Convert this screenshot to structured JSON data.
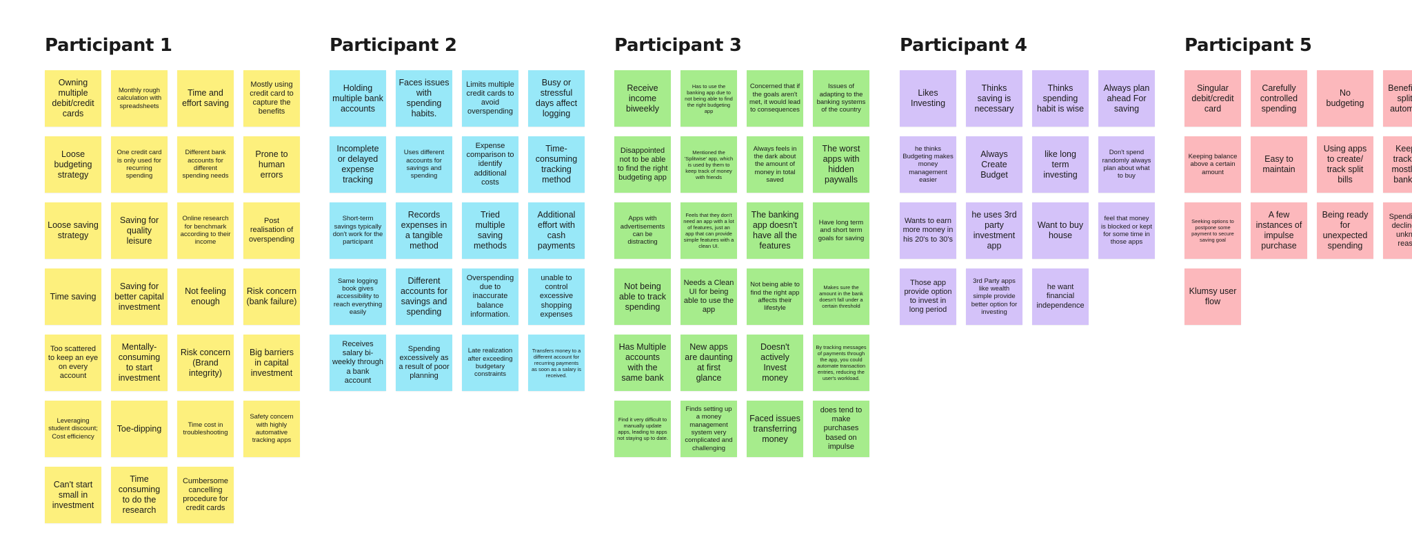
{
  "participants": [
    {
      "title": "Participant 1",
      "color": "#fdf07d",
      "notes": [
        {
          "text": "Owning multiple debit/credit cards",
          "size": "l"
        },
        {
          "text": "Monthly rough calculation with spreadsheets",
          "size": "s"
        },
        {
          "text": "Time and effort saving",
          "size": "l"
        },
        {
          "text": "Mostly using credit card to capture the benefits",
          "size": "m"
        },
        {
          "text": "Loose budgeting strategy",
          "size": "l"
        },
        {
          "text": "One credit card is only used for recurring spending",
          "size": "s"
        },
        {
          "text": "Different bank accounts for different spending needs",
          "size": "s"
        },
        {
          "text": "Prone to human errors",
          "size": "l"
        },
        {
          "text": "Loose saving strategy",
          "size": "l"
        },
        {
          "text": "Saving for quality leisure",
          "size": "l"
        },
        {
          "text": "Online research for benchmark according to their income",
          "size": "s"
        },
        {
          "text": "Post realisation of overspending",
          "size": "m"
        },
        {
          "text": "Time saving",
          "size": "l"
        },
        {
          "text": "Saving for better capital investment",
          "size": "l"
        },
        {
          "text": "Not feeling enough",
          "size": "l"
        },
        {
          "text": "Risk concern (bank failure)",
          "size": "l"
        },
        {
          "text": "Too scattered to keep an eye on every account",
          "size": "m"
        },
        {
          "text": "Mentally-consuming to start investment",
          "size": "l"
        },
        {
          "text": "Risk concern (Brand integrity)",
          "size": "l"
        },
        {
          "text": "Big barriers in capital investment",
          "size": "l"
        },
        {
          "text": "Leveraging student discount; Cost efficiency",
          "size": "s"
        },
        {
          "text": "Toe-dipping",
          "size": "l"
        },
        {
          "text": "Time cost in troubleshooting",
          "size": "s"
        },
        {
          "text": "Safety concern with highly automative tracking apps",
          "size": "s"
        },
        {
          "text": "Can't start small in investment",
          "size": "l"
        },
        {
          "text": "Time consuming to do the research",
          "size": "l"
        },
        {
          "text": "Cumbersome cancelling procedure for credit cards",
          "size": "m"
        }
      ]
    },
    {
      "title": "Participant 2",
      "color": "#98e8f8",
      "notes": [
        {
          "text": "Holding multiple bank accounts",
          "size": "l"
        },
        {
          "text": "Faces issues with spending habits.",
          "size": "l"
        },
        {
          "text": "Limits multiple credit cards to avoid overspending",
          "size": "m"
        },
        {
          "text": "Busy or stressful days affect logging",
          "size": "l"
        },
        {
          "text": "Incomplete or delayed expense tracking",
          "size": "l"
        },
        {
          "text": "Uses different accounts for savings and spending",
          "size": "s"
        },
        {
          "text": "Expense comparison to identify additional costs",
          "size": "m"
        },
        {
          "text": "Time-consuming tracking method",
          "size": "l"
        },
        {
          "text": "Short-term savings typically don't work for the participant",
          "size": "s"
        },
        {
          "text": "Records expenses in a tangible method",
          "size": "l"
        },
        {
          "text": "Tried multiple saving methods",
          "size": "l"
        },
        {
          "text": "Additional effort with cash payments",
          "size": "l"
        },
        {
          "text": "Same logging book gives accessibility to reach everything easily",
          "size": "s"
        },
        {
          "text": "Different accounts for savings and spending",
          "size": "l"
        },
        {
          "text": "Overspending due to inaccurate balance information.",
          "size": "m"
        },
        {
          "text": "unable to control excessive shopping expenses",
          "size": "m"
        },
        {
          "text": "Receives salary bi-weekly through a bank account",
          "size": "m"
        },
        {
          "text": "Spending excessively as a result of poor planning",
          "size": "m"
        },
        {
          "text": "Late realization after exceeding budgetary constraints",
          "size": "s"
        },
        {
          "text": "Transfers money to a different account for recurring payments as soon as a salary is received.",
          "size": "xs"
        }
      ]
    },
    {
      "title": "Participant 3",
      "color": "#a6ec8c",
      "notes": [
        {
          "text": "Receive income biweekly",
          "size": "l"
        },
        {
          "text": "Has to use the banking app due to not being able to find the right budgeting app",
          "size": "xs"
        },
        {
          "text": "Concerned that if the goals aren't met, it would lead to consequences",
          "size": "s"
        },
        {
          "text": "Issues of adapting to the banking systems of the country",
          "size": "s"
        },
        {
          "text": "Disappointed not to be able to find the right budgeting app",
          "size": "m"
        },
        {
          "text": "Mentioned the 'Splitwise' app, which is used by them to keep track of money with friends",
          "size": "xs"
        },
        {
          "text": "Always feels in the dark about the amount of money in total saved",
          "size": "s"
        },
        {
          "text": "The worst apps with hidden paywalls",
          "size": "l"
        },
        {
          "text": "Apps with advertisements can be distracting",
          "size": "s"
        },
        {
          "text": "Feels that they don't need an app with a lot of features, just an app that can provide simple features with a clean UI.",
          "size": "xs"
        },
        {
          "text": "The banking app doesn't have all the features",
          "size": "l"
        },
        {
          "text": "Have long term and short term goals for saving",
          "size": "s"
        },
        {
          "text": "Not being able to track spending",
          "size": "l"
        },
        {
          "text": "Needs a Clean UI for being able to use the app",
          "size": "m"
        },
        {
          "text": "Not being able to find the right app affects their lifestyle",
          "size": "s"
        },
        {
          "text": "Makes sure the amount in the bank doesn't fall under a certain threshold",
          "size": "xs"
        },
        {
          "text": "Has Multiple accounts with the same bank",
          "size": "l"
        },
        {
          "text": "New apps are daunting at first glance",
          "size": "l"
        },
        {
          "text": "Doesn't actively Invest money",
          "size": "l"
        },
        {
          "text": "By tracking messages of payments through the app, you could automate transaction entries, reducing the user's workload.",
          "size": "xs"
        },
        {
          "text": "Find it very difficult to manually update apps, leading to apps not staying up to date.",
          "size": "xs"
        },
        {
          "text": "Finds setting up a money management system very complicated and challenging",
          "size": "s"
        },
        {
          "text": "Faced issues transferring money",
          "size": "l"
        },
        {
          "text": "does tend to make purchases based on impulse",
          "size": "m"
        }
      ]
    },
    {
      "title": "Participant 4",
      "color": "#d4c2f9",
      "notes": [
        {
          "text": "Likes Investing",
          "size": "l"
        },
        {
          "text": "Thinks saving is necessary",
          "size": "l"
        },
        {
          "text": "Thinks spending habit is wise",
          "size": "l"
        },
        {
          "text": "Always plan ahead For saving",
          "size": "l"
        },
        {
          "text": "he thinks Budgeting makes money management easier",
          "size": "s"
        },
        {
          "text": "Always Create Budget",
          "size": "l"
        },
        {
          "text": "like long term investing",
          "size": "l"
        },
        {
          "text": "Don't spend randomly always plan about what to buy",
          "size": "s"
        },
        {
          "text": "Wants to earn more money in his 20's to 30's",
          "size": "m"
        },
        {
          "text": "he uses 3rd party investment app",
          "size": "l"
        },
        {
          "text": "Want to buy house",
          "size": "l"
        },
        {
          "text": "feel that money is blocked or kept for some time in those apps",
          "size": "s"
        },
        {
          "text": "Those app provide option to invest in long period",
          "size": "m"
        },
        {
          "text": "3rd Party apps like wealth simple provide better option for investing",
          "size": "s"
        },
        {
          "text": "he want financial independence",
          "size": "m"
        }
      ]
    },
    {
      "title": "Participant 5",
      "color": "#fcb8bc",
      "notes": [
        {
          "text": "Singular debit/credit card",
          "size": "l"
        },
        {
          "text": "Carefully controlled spending",
          "size": "l"
        },
        {
          "text": "No budgeting",
          "size": "l"
        },
        {
          "text": "Benefit from split bill automation",
          "size": "l"
        },
        {
          "text": "Keeping balance above a certain amount",
          "size": "s"
        },
        {
          "text": "Easy to maintain",
          "size": "l"
        },
        {
          "text": "Using apps to create/ track split bills",
          "size": "l"
        },
        {
          "text": "Keeping track with mostly the bank app",
          "size": "l"
        },
        {
          "text": "Seeking options to postpone some payment to secure saving goal",
          "size": "xs"
        },
        {
          "text": "A few instances of impulse purchase",
          "size": "l"
        },
        {
          "text": "Being ready for unexpected spending",
          "size": "l"
        },
        {
          "text": "Spending got declined for unknown reasons",
          "size": "m"
        },
        {
          "text": "Klumsy user flow",
          "size": "l"
        }
      ]
    }
  ]
}
